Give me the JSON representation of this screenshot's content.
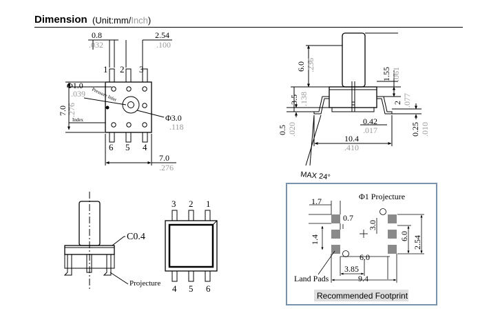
{
  "header": {
    "title": "Dimension",
    "unit_prefix": "(Unit:mm/",
    "unit_inch": "Inch",
    "unit_suffix": ")"
  },
  "top_view": {
    "dim_pitch_mm": "0.8",
    "dim_pitch_in": ".032",
    "dim_span_mm": "2.54",
    "dim_span_in": ".100",
    "pins_top": [
      "1",
      "2",
      "3"
    ],
    "pins_bottom": [
      "6",
      "5",
      "4"
    ],
    "hole_dia_mm": "Φ1.0",
    "hole_dia_in": ".039",
    "body_h_mm": "7.0",
    "body_h_in": ".276",
    "pressure_inlet_label": "Pressure Inlet",
    "index_label": "Index",
    "port_dia_mm": "Φ3.0",
    "port_dia_in": ".118",
    "body_w_mm": "7.0",
    "body_w_in": ".276"
  },
  "side_view": {
    "port_h_mm": "6.0",
    "port_h_in": ".236",
    "body_h_mm": "3.5",
    "body_h_in": ".138",
    "lead_drop_mm": "0.5",
    "lead_drop_in": ".020",
    "port_top_mm": "1.55",
    "port_top_in": ".061",
    "lead_off_mm": "2",
    "lead_off_in": ".077",
    "lead_w_mm": "0.42",
    "lead_w_in": ".017",
    "overall_w_mm": "10.4",
    "overall_w_in": ".410",
    "lead_t_mm": "0.25",
    "lead_t_in": ".010",
    "max_angle": "MAX 24°"
  },
  "front_view": {
    "chamfer_label": "C0.4",
    "projecture_label": "Projecture"
  },
  "bottom_view": {
    "pins_top": [
      "3",
      "2",
      "1"
    ],
    "pins_bottom": [
      "4",
      "5",
      "6"
    ]
  },
  "footprint": {
    "projection_label": "Φ1 Projecture",
    "dim_pad_w": "1.7",
    "dim_pad_gap": "0.7",
    "dim_pad_h": "1.4",
    "dim_center": "3.0",
    "dim_row_span": "6.0",
    "dim_pitch": "2.54",
    "dim_col_span": "6.0",
    "dim_half": "3.85",
    "dim_total": "9.4",
    "land_pads_label": "Land Pads",
    "caption": "Recommended Footprint"
  },
  "colors": {
    "pad": "#8a8a8a",
    "footprint_border": "#7a93ac",
    "caption_bg": "#dedede",
    "inch_text": "#9a9a9a"
  }
}
